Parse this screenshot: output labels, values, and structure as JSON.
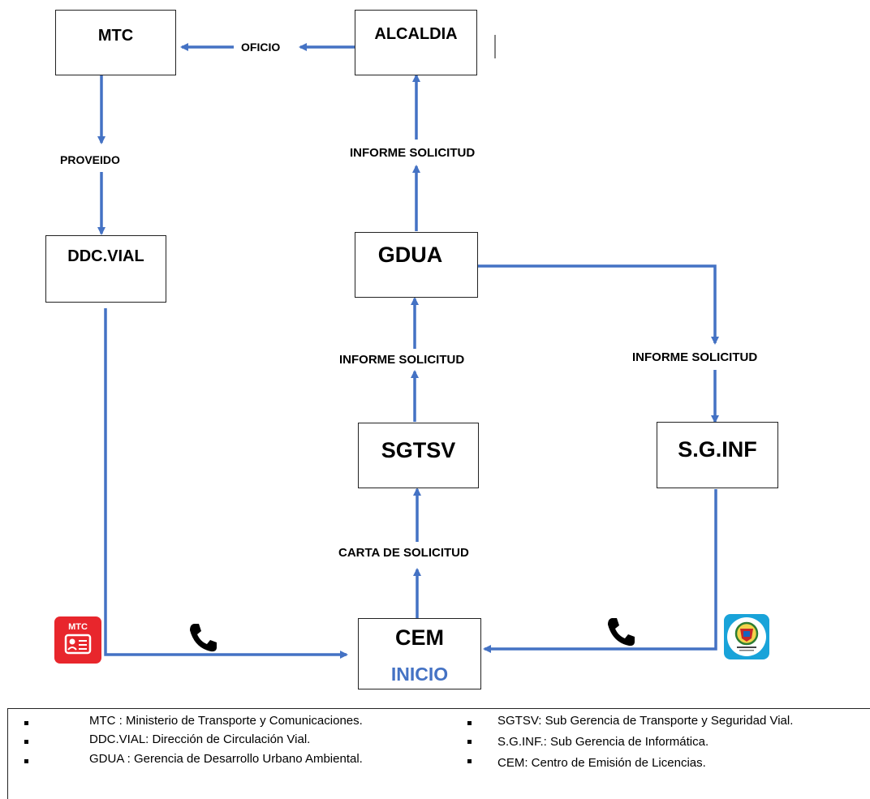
{
  "nodes": {
    "mtc": "MTC",
    "alcaldia": "ALCALDIA",
    "ddc_vial": "DDC.VIAL",
    "gdua": "GDUA",
    "sgtsv": "SGTSV",
    "sginf": "S.G.INF",
    "cem": "CEM",
    "cem_sub": "INICIO"
  },
  "edge_labels": {
    "oficio": "OFICIO",
    "proveido": "PROVEIDO",
    "informe_top": "INFORME SOLICITUD",
    "informe_mid": "INFORME SOLICITUD",
    "informe_right": "INFORME SOLICITUD",
    "carta": "CARTA DE SOLICITUD"
  },
  "logos": {
    "mtc_logo_text": "MTC"
  },
  "legend": {
    "left": [
      "MTC  : Ministerio de Transporte y Comunicaciones.",
      "DDC.VIAL: Dirección de Circulación Vial.",
      "GDUA   : Gerencia de Desarrollo Urbano Ambiental."
    ],
    "right": [
      "SGTSV: Sub Gerencia de Transporte y Seguridad Vial.",
      "S.G.INF.: Sub Gerencia de Informática.",
      "CEM: Centro de Emisión de Licencias."
    ]
  },
  "colors": {
    "arrow": "#4472c4",
    "inicio": "#4472c4",
    "mtc_logo": "#e8262c"
  },
  "icons": [
    "phone-icon",
    "mtc-logo",
    "municipal-seal-logo"
  ]
}
